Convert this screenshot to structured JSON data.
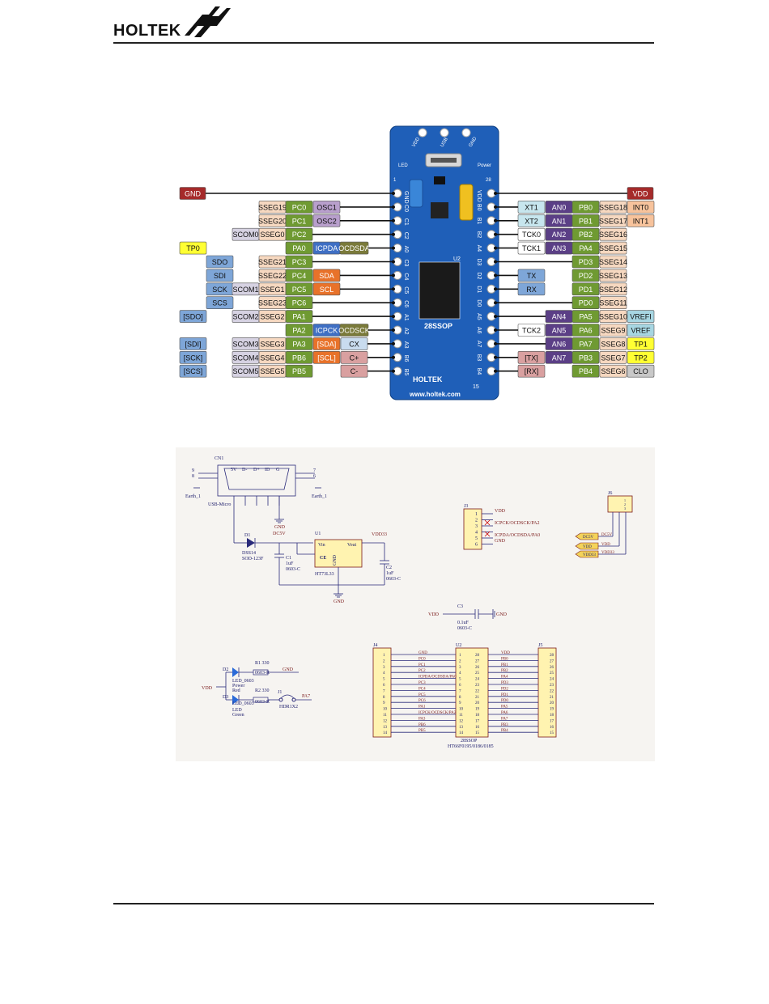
{
  "header": {
    "logo_text": "HOLTEK"
  },
  "board": {
    "silk_top": [
      "VDD",
      "USB",
      "GND"
    ],
    "led_label": "LED",
    "power_label": "Power",
    "chip_label": "U2",
    "package": "28SSOP",
    "brand": "HOLTEK",
    "url": "www.holtek.com",
    "pin1": "1",
    "pin15": "15",
    "pin28": "28",
    "left_silk": [
      "GND",
      "C0",
      "C1",
      "C2",
      "A0",
      "C3",
      "C4",
      "C5",
      "C6",
      "A1",
      "A2",
      "A3",
      "B6",
      "B5"
    ],
    "right_silk": [
      "VDD",
      "B0",
      "B1",
      "B2",
      "A4",
      "D3",
      "D2",
      "D1",
      "D0",
      "A5",
      "A6",
      "A7",
      "B3",
      "B4"
    ]
  },
  "colors": {
    "gnd_vdd": "#a52a2a",
    "port": "#6f9a32",
    "sseg": "#f6d8c0",
    "scom": "#d6d2e2",
    "osc": "#b89fcc",
    "spi": "#7ea6d8",
    "i2c": "#e8722a",
    "ocds": "#7a7a3a",
    "icp": "#3f6fc4",
    "comp": "#c9dcef",
    "comp_pm": "#d9a0a0",
    "tp": "#ffff33",
    "an": "#5b3f86",
    "xt": "#c7e6ee",
    "tck": "#ffffff",
    "int": "#f7c39c",
    "vref": "#a7d6e2",
    "clo": "#c8c8c8",
    "board": "#1f5fb8"
  },
  "left_pins": [
    {
      "rowlabels": [
        {
          "t": "GND",
          "c": "gnd_vdd"
        }
      ]
    },
    {
      "rowlabels": [
        {
          "t": "SSEG19",
          "c": "sseg"
        },
        {
          "t": "PC0",
          "c": "port"
        },
        {
          "t": "OSC1",
          "c": "osc"
        }
      ]
    },
    {
      "rowlabels": [
        {
          "t": "SSEG20",
          "c": "sseg"
        },
        {
          "t": "PC1",
          "c": "port"
        },
        {
          "t": "OSC2",
          "c": "osc"
        }
      ]
    },
    {
      "rowlabels": [
        {
          "t": "SCOM0",
          "c": "scom"
        },
        {
          "t": "SSEG0",
          "c": "sseg"
        },
        {
          "t": "PC2",
          "c": "port"
        }
      ]
    },
    {
      "rowlabels": [
        {
          "t": "TP0",
          "c": "tp"
        },
        {
          "t": "PA0",
          "c": "port"
        },
        {
          "t": "ICPDA",
          "c": "icp"
        },
        {
          "t": "OCDSDA",
          "c": "ocds"
        }
      ]
    },
    {
      "rowlabels": [
        {
          "t": "SDO",
          "c": "spi"
        },
        {
          "t": "SSEG21",
          "c": "sseg"
        },
        {
          "t": "PC3",
          "c": "port"
        }
      ]
    },
    {
      "rowlabels": [
        {
          "t": "SDI",
          "c": "spi"
        },
        {
          "t": "SSEG22",
          "c": "sseg"
        },
        {
          "t": "PC4",
          "c": "port"
        },
        {
          "t": "SDA",
          "c": "i2c"
        }
      ]
    },
    {
      "rowlabels": [
        {
          "t": "SCK",
          "c": "spi"
        },
        {
          "t": "SCOM1",
          "c": "scom"
        },
        {
          "t": "SSEG1",
          "c": "sseg"
        },
        {
          "t": "PC5",
          "c": "port"
        },
        {
          "t": "SCL",
          "c": "i2c"
        }
      ]
    },
    {
      "rowlabels": [
        {
          "t": "SCS",
          "c": "spi"
        },
        {
          "t": "SSEG23",
          "c": "sseg"
        },
        {
          "t": "PC6",
          "c": "port"
        }
      ]
    },
    {
      "rowlabels": [
        {
          "t": "[SDO]",
          "c": "spi"
        },
        {
          "t": "SCOM2",
          "c": "scom"
        },
        {
          "t": "SSEG2",
          "c": "sseg"
        },
        {
          "t": "PA1",
          "c": "port"
        }
      ]
    },
    {
      "rowlabels": [
        {
          "t": "PA2",
          "c": "port"
        },
        {
          "t": "ICPCK",
          "c": "icp"
        },
        {
          "t": "OCDSCK",
          "c": "ocds"
        }
      ]
    },
    {
      "rowlabels": [
        {
          "t": "[SDI]",
          "c": "spi"
        },
        {
          "t": "SCOM3",
          "c": "scom"
        },
        {
          "t": "SSEG3",
          "c": "sseg"
        },
        {
          "t": "PA3",
          "c": "port"
        },
        {
          "t": "[SDA]",
          "c": "i2c"
        },
        {
          "t": "CX",
          "c": "comp"
        }
      ]
    },
    {
      "rowlabels": [
        {
          "t": "[SCK]",
          "c": "spi"
        },
        {
          "t": "SCOM4",
          "c": "scom"
        },
        {
          "t": "SSEG4",
          "c": "sseg"
        },
        {
          "t": "PB6",
          "c": "port"
        },
        {
          "t": "[SCL]",
          "c": "i2c"
        },
        {
          "t": "C+",
          "c": "comp_pm"
        }
      ]
    },
    {
      "rowlabels": [
        {
          "t": "[SCS]",
          "c": "spi"
        },
        {
          "t": "SCOM5",
          "c": "scom"
        },
        {
          "t": "SSEG5",
          "c": "sseg"
        },
        {
          "t": "PB5",
          "c": "port"
        },
        {
          "t": "C-",
          "c": "comp_pm"
        }
      ]
    }
  ],
  "right_pins": [
    {
      "rowlabels": [
        {
          "t": "VDD",
          "c": "gnd_vdd"
        }
      ]
    },
    {
      "rowlabels": [
        {
          "t": "XT1",
          "c": "xt"
        },
        {
          "t": "AN0",
          "c": "an"
        },
        {
          "t": "PB0",
          "c": "port"
        },
        {
          "t": "SSEG18",
          "c": "sseg"
        },
        {
          "t": "INT0",
          "c": "int"
        }
      ]
    },
    {
      "rowlabels": [
        {
          "t": "XT2",
          "c": "xt"
        },
        {
          "t": "AN1",
          "c": "an"
        },
        {
          "t": "PB1",
          "c": "port"
        },
        {
          "t": "SSEG17",
          "c": "sseg"
        },
        {
          "t": "INT1",
          "c": "int"
        }
      ]
    },
    {
      "rowlabels": [
        {
          "t": "TCK0",
          "c": "tck"
        },
        {
          "t": "AN2",
          "c": "an"
        },
        {
          "t": "PB2",
          "c": "port"
        },
        {
          "t": "SSEG16",
          "c": "sseg"
        }
      ]
    },
    {
      "rowlabels": [
        {
          "t": "TCK1",
          "c": "tck"
        },
        {
          "t": "AN3",
          "c": "an"
        },
        {
          "t": "PA4",
          "c": "port"
        },
        {
          "t": "SSEG15",
          "c": "sseg"
        }
      ]
    },
    {
      "rowlabels": [
        {
          "t": "PD3",
          "c": "port"
        },
        {
          "t": "SSEG14",
          "c": "sseg"
        }
      ]
    },
    {
      "rowlabels": [
        {
          "t": "TX",
          "c": "spi"
        },
        {
          "t": "PD2",
          "c": "port"
        },
        {
          "t": "SSEG13",
          "c": "sseg"
        }
      ]
    },
    {
      "rowlabels": [
        {
          "t": "RX",
          "c": "spi"
        },
        {
          "t": "PD1",
          "c": "port"
        },
        {
          "t": "SSEG12",
          "c": "sseg"
        }
      ]
    },
    {
      "rowlabels": [
        {
          "t": "PD0",
          "c": "port"
        },
        {
          "t": "SSEG11",
          "c": "sseg"
        }
      ]
    },
    {
      "rowlabels": [
        {
          "t": "AN4",
          "c": "an"
        },
        {
          "t": "PA5",
          "c": "port"
        },
        {
          "t": "SSEG10",
          "c": "sseg"
        },
        {
          "t": "VREFI",
          "c": "vref"
        }
      ]
    },
    {
      "rowlabels": [
        {
          "t": "TCK2",
          "c": "tck"
        },
        {
          "t": "AN5",
          "c": "an"
        },
        {
          "t": "PA6",
          "c": "port"
        },
        {
          "t": "SSEG9",
          "c": "sseg"
        },
        {
          "t": "VREF",
          "c": "vref"
        }
      ]
    },
    {
      "rowlabels": [
        {
          "t": "AN6",
          "c": "an"
        },
        {
          "t": "PA7",
          "c": "port"
        },
        {
          "t": "SSEG8",
          "c": "sseg"
        },
        {
          "t": "TP1",
          "c": "tp"
        }
      ]
    },
    {
      "rowlabels": [
        {
          "t": "[TX]",
          "c": "comp_pm"
        },
        {
          "t": "AN7",
          "c": "an"
        },
        {
          "t": "PB3",
          "c": "port"
        },
        {
          "t": "SSEG7",
          "c": "sseg"
        },
        {
          "t": "TP2",
          "c": "tp"
        }
      ]
    },
    {
      "rowlabels": [
        {
          "t": "[RX]",
          "c": "comp_pm"
        },
        {
          "t": "PB4",
          "c": "port"
        },
        {
          "t": "SSEG6",
          "c": "sseg"
        },
        {
          "t": "CLO",
          "c": "clo"
        }
      ]
    }
  ],
  "schematic": {
    "usb": {
      "ref": "CN1",
      "name": "USB-Micro",
      "pins": [
        "5V",
        "D-",
        "D+",
        "ID",
        "G"
      ],
      "earth": "Earth_1",
      "gnd": "GND"
    },
    "diode": {
      "ref": "D1",
      "part": "DSS14",
      "pkg": "SOD-123F",
      "net": "DC5V"
    },
    "reg": {
      "ref": "U1",
      "vin": "Vin",
      "vout": "Vout",
      "ce": "CE",
      "gnd": "GND",
      "part": "HT73L33",
      "out_net": "VDD33"
    },
    "c1": {
      "ref": "C1",
      "val": "1uF",
      "pkg": "0603-C"
    },
    "c2": {
      "ref": "C2",
      "val": "1uF",
      "pkg": "0603-C"
    },
    "gnd": "GND",
    "j3": {
      "ref": "J3",
      "nets": [
        "VDD",
        "ICPCK/OCDSCK/PA2",
        "ICPDA/OCDSDA/PA0",
        "GND"
      ]
    },
    "j6": {
      "ref": "J6",
      "nets": [
        "DC5V",
        "VDD",
        "VDD33"
      ]
    },
    "c3": {
      "ref": "C3",
      "val": "0.1uF",
      "pkg": "0603-C",
      "left": "VDD",
      "right": "GND"
    },
    "leds": {
      "vdd": "VDD",
      "d2": {
        "ref": "D2",
        "pkg": "LED_0603",
        "desc1": "Power",
        "desc2": "Red",
        "r": "R1",
        "rval": "330",
        "rpkg": "0603-R",
        "net": "GND"
      },
      "d3": {
        "ref": "D3",
        "pkg": "LED_0603",
        "desc1": "LED",
        "desc2": "Green",
        "r": "R2",
        "rval": "330",
        "rpkg": "0603-R",
        "jref": "J1",
        "jname": "HDR1X2",
        "net": "PA7"
      }
    },
    "j4": {
      "ref": "J4"
    },
    "j5": {
      "ref": "J5"
    },
    "u2": {
      "ref": "U2",
      "pkg": "28SSOP",
      "part": "HT66F0195/0186/0185"
    },
    "u2_left_nets": [
      "GND",
      "PC0",
      "PC1",
      "PC2",
      "ICPDA/OCDSDA/PA0",
      "PC3",
      "PC4",
      "PC5",
      "PC6",
      "PA1",
      "ICPCK/OCDSCK/PA2",
      "PA3",
      "PB6",
      "PB5"
    ],
    "u2_right_nets": [
      "VDD",
      "PB0",
      "PB1",
      "PB2",
      "PA4",
      "PD3",
      "PD2",
      "PD1",
      "PD0",
      "PA5",
      "PA6",
      "PA7",
      "PB3",
      "PB4"
    ]
  }
}
